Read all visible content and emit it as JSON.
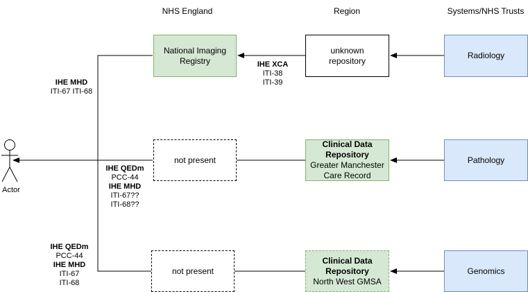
{
  "columns": {
    "nhs_england": "NHS England",
    "region": "Region",
    "systems": "Systems/NHS Trusts"
  },
  "actor": {
    "label": "Actor"
  },
  "boxes": {
    "nir": "National Imaging Registry",
    "unknown": "unknown repository",
    "radiology": "Radiology",
    "not_present_1": "not present",
    "cdr_gm_title": "Clinical Data Repository",
    "cdr_gm_sub": "Greater Manchester Care Record",
    "pathology": "Pathology",
    "not_present_2": "not present",
    "cdr_nw_title": "Clinical Data Repository",
    "cdr_nw_sub": "North West GMSA",
    "genomics": "Genomics"
  },
  "edge_labels": {
    "xca": {
      "title": "IHE XCA",
      "line1": "ITI-38",
      "line2": "ITI-39"
    },
    "mhd_top": {
      "title": "IHE MHD",
      "line1": "ITI-67 ITI-68"
    },
    "mid": {
      "title1": "IHE QEDm",
      "line1": "PCC-44",
      "title2": "IHE MHD",
      "line2": "ITI-67??",
      "line3": "ITI-68??"
    },
    "bottom": {
      "title1": "IHE QEDm",
      "line1": "PCC-44",
      "title2": "IHE MHD",
      "line2": "ITI-67",
      "line3": "ITI-68"
    }
  }
}
